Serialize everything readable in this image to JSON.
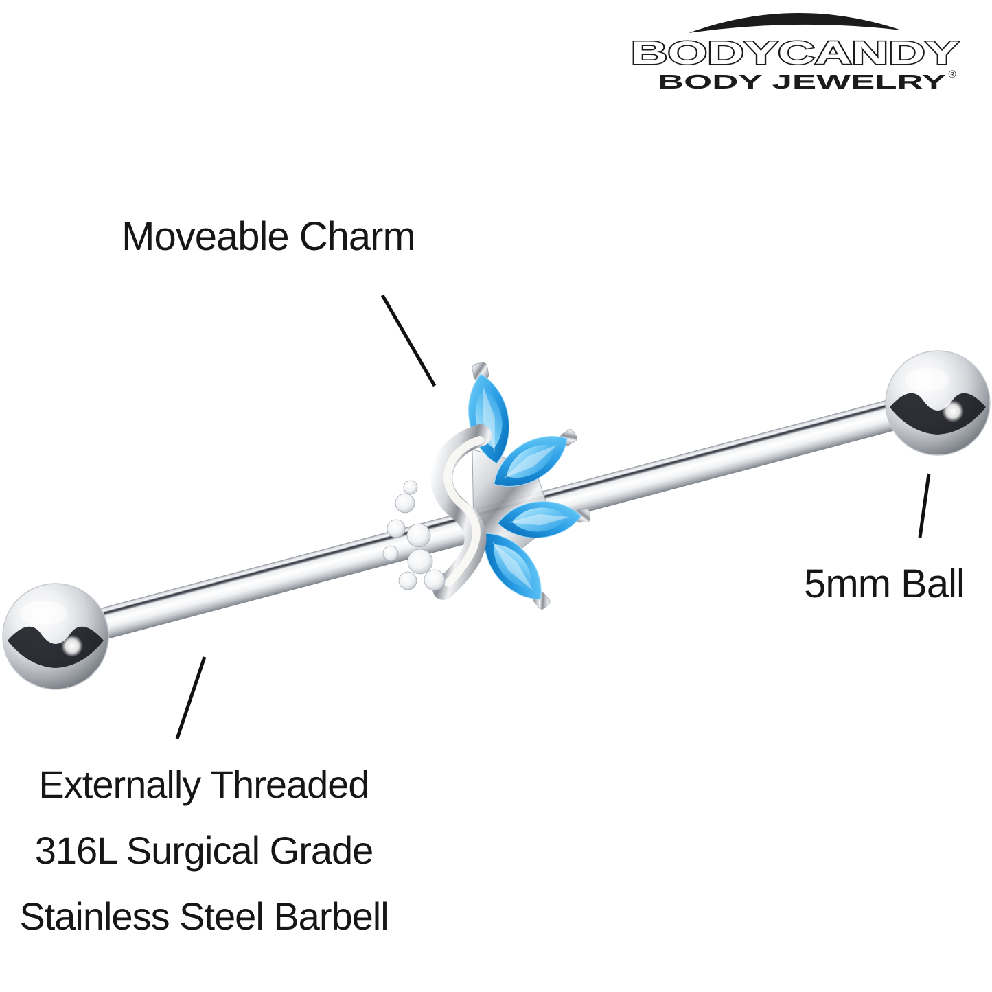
{
  "logo": {
    "brand": "BODYCANDY",
    "tagline": "BODY JEWELRY",
    "registered": "®",
    "swoosh_icon": "arc-swoosh"
  },
  "annotations": {
    "charm": {
      "label": "Moveable Charm"
    },
    "ball": {
      "label": "5mm Ball"
    },
    "barbell": {
      "lines": [
        "Externally Threaded",
        "316L Surgical Grade",
        "Stainless Steel Barbell"
      ]
    }
  },
  "product_parts": [
    {
      "name": "moveable-charm",
      "detail": "blue marquise gem cluster charm with silver swirl and clear crystals"
    },
    {
      "name": "ball-end",
      "detail": "5mm steel ball (both ends)"
    },
    {
      "name": "shaft",
      "detail": "straight industrial barbell shaft"
    }
  ],
  "colors": {
    "background": "#ffffff",
    "text": "#161616",
    "line": "#111111",
    "gem_blue": "#2d9fe6",
    "gem_blue_light": "#8edcfc",
    "metal_light": "#f5f6f8",
    "metal_dark": "#7c8087"
  }
}
